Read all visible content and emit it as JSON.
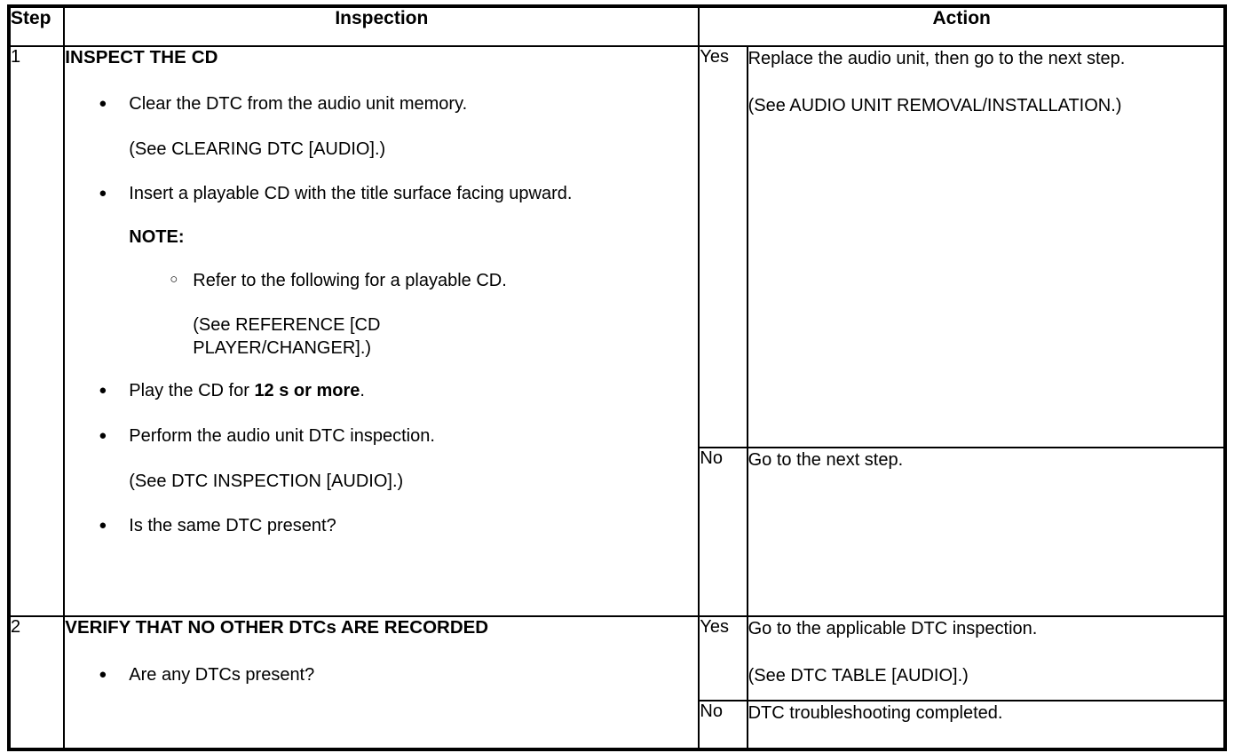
{
  "table": {
    "headers": {
      "step": "Step",
      "inspection": "Inspection",
      "action": "Action"
    },
    "rows": [
      {
        "step": "1",
        "inspection": {
          "title": "INSPECT THE CD",
          "items": [
            {
              "kind": "bullet",
              "bullet": "●",
              "text": "Clear the DTC from the audio unit memory."
            },
            {
              "kind": "ref",
              "text": "(See CLEARING DTC [AUDIO].)"
            },
            {
              "kind": "bullet",
              "bullet": "●",
              "text": "Insert a playable CD with the title surface facing upward."
            },
            {
              "kind": "note",
              "text": "NOTE:"
            },
            {
              "kind": "hollow",
              "bullet": "○",
              "text": "Refer to the following for a playable CD."
            },
            {
              "kind": "hollow-ref",
              "text": "(See REFERENCE [CD PLAYER/CHANGER].)"
            },
            {
              "kind": "bullet-rich",
              "bullet": "●",
              "pre": "Play the CD for ",
              "bold": "12 s or more",
              "post": "."
            },
            {
              "kind": "bullet",
              "bullet": "●",
              "text": "Perform the audio unit DTC inspection."
            },
            {
              "kind": "ref",
              "text": "(See DTC INSPECTION [AUDIO].)"
            },
            {
              "kind": "bullet",
              "bullet": "●",
              "text": "Is the same DTC present?"
            }
          ]
        },
        "outcomes": [
          {
            "label": "Yes",
            "lines": [
              "Replace the audio unit, then go to the next step.",
              "(See AUDIO UNIT REMOVAL/INSTALLATION.)"
            ]
          },
          {
            "label": "No",
            "lines": [
              "Go to the next step."
            ]
          }
        ]
      },
      {
        "step": "2",
        "inspection": {
          "title": "VERIFY THAT NO OTHER DTCs ARE RECORDED",
          "items": [
            {
              "kind": "bullet",
              "bullet": "●",
              "text": "Are any DTCs present?"
            }
          ]
        },
        "outcomes": [
          {
            "label": "Yes",
            "lines": [
              "Go to the applicable DTC inspection.",
              "(See DTC TABLE [AUDIO].)"
            ]
          },
          {
            "label": "No",
            "lines": [
              "DTC troubleshooting completed."
            ]
          }
        ]
      }
    ]
  },
  "colors": {
    "border": "#000000",
    "background": "#ffffff",
    "text": "#000000"
  }
}
